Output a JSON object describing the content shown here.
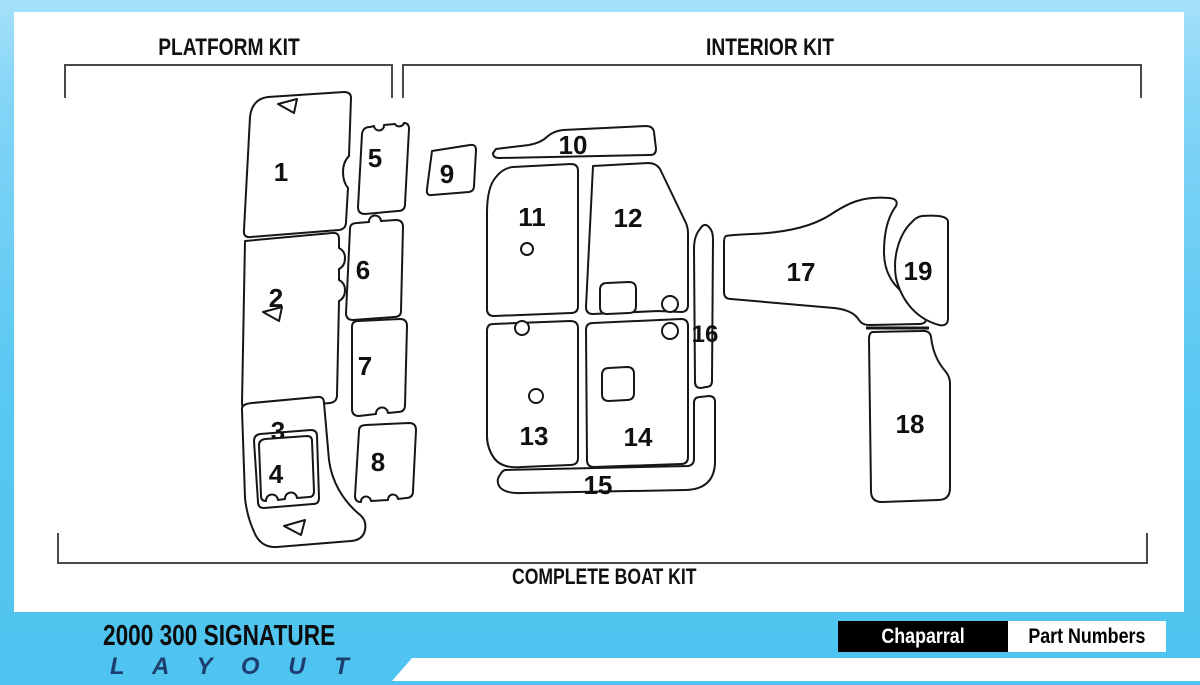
{
  "colors": {
    "background_blue": "#5ac8f2",
    "panel_white": "#ffffff",
    "outline_black": "#161616",
    "layout_text_navy": "#1d3e6e",
    "brand_tab_bg": "#000000"
  },
  "headers": {
    "platform_kit": "PLATFORM KIT",
    "interior_kit": "INTERIOR KIT",
    "complete_boat_kit": "COMPLETE BOAT KIT"
  },
  "footer": {
    "model": "2000 300 SIGNATURE",
    "layout_label": "L A Y O U T",
    "brand_tab": "Chaparral",
    "part_numbers_tab": "Part Numbers"
  },
  "parts": [
    {
      "label": "1",
      "kit": "platform"
    },
    {
      "label": "2",
      "kit": "platform"
    },
    {
      "label": "3",
      "kit": "platform"
    },
    {
      "label": "4",
      "kit": "platform"
    },
    {
      "label": "5",
      "kit": "platform"
    },
    {
      "label": "6",
      "kit": "platform"
    },
    {
      "label": "7",
      "kit": "platform"
    },
    {
      "label": "8",
      "kit": "platform"
    },
    {
      "label": "9",
      "kit": "interior"
    },
    {
      "label": "10",
      "kit": "interior"
    },
    {
      "label": "11",
      "kit": "interior"
    },
    {
      "label": "12",
      "kit": "interior"
    },
    {
      "label": "13",
      "kit": "interior"
    },
    {
      "label": "14",
      "kit": "interior"
    },
    {
      "label": "15",
      "kit": "interior"
    },
    {
      "label": "16",
      "kit": "interior"
    },
    {
      "label": "17",
      "kit": "interior"
    },
    {
      "label": "18",
      "kit": "interior"
    },
    {
      "label": "19",
      "kit": "interior"
    }
  ]
}
